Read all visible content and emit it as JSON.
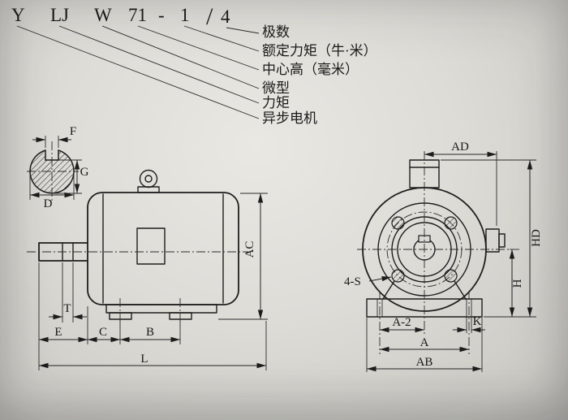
{
  "page": {
    "background": "#d8d7d2",
    "ink": "#1c1c1c"
  },
  "model_code": {
    "series": "Y",
    "torque_code": "LJ",
    "micro_code": "W",
    "frame_size": "71",
    "dash": "-",
    "torque_value": "1",
    "slash": "/",
    "poles": "4"
  },
  "designation_labels": {
    "poles": "极数",
    "rated_torque": "额定力矩（牛·米）",
    "center_height": "中心高（毫米）",
    "micro": "微型",
    "torque": "力矩",
    "async_motor": "异步电机"
  },
  "dimension_labels": {
    "F": "F",
    "G": "G",
    "D": "D",
    "AC": "AC",
    "T": "T",
    "E": "E",
    "C": "C",
    "B": "B",
    "L": "L",
    "AD": "AD",
    "HD": "HD",
    "H": "H",
    "mounting_holes": "4-S",
    "A_half": "A-2",
    "K": "K",
    "A": "A",
    "AB": "AB"
  }
}
